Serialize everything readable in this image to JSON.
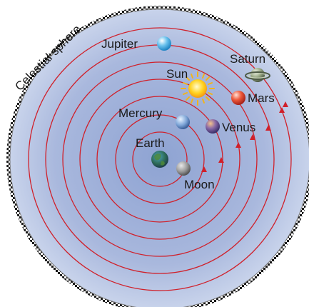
{
  "diagram": {
    "sphere_label": "Celestial sphere",
    "bodies": [
      {
        "key": "earth",
        "label": "Earth"
      },
      {
        "key": "moon",
        "label": "Moon"
      },
      {
        "key": "mercury",
        "label": "Mercury"
      },
      {
        "key": "venus",
        "label": "Venus"
      },
      {
        "key": "sun",
        "label": "Sun"
      },
      {
        "key": "mars",
        "label": "Mars"
      },
      {
        "key": "jupiter",
        "label": "Jupiter"
      },
      {
        "key": "saturn",
        "label": "Saturn"
      }
    ],
    "colors": {
      "sky_fill": "#bcc9e4",
      "sky_center": "#8ea3d2",
      "orbit": "#d0202a",
      "border_dark": "#1a1a1a"
    }
  }
}
